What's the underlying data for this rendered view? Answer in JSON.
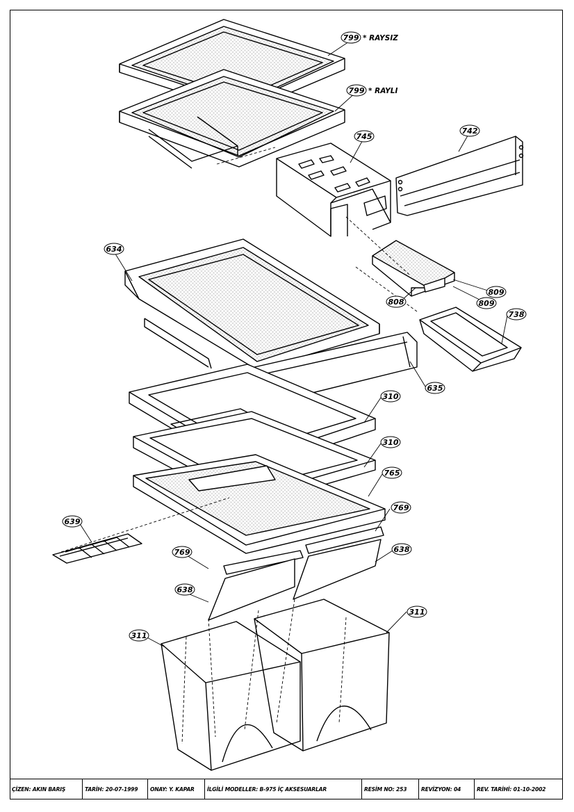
{
  "drawing": {
    "callouts": [
      {
        "id": "c799a",
        "num": "799",
        "note": "* RAYSIZ"
      },
      {
        "id": "c799b",
        "num": "799",
        "note": "* RAYLI"
      },
      {
        "id": "c745",
        "num": "745"
      },
      {
        "id": "c742",
        "num": "742"
      },
      {
        "id": "c634",
        "num": "634"
      },
      {
        "id": "c809a",
        "num": "809"
      },
      {
        "id": "c809b",
        "num": "809"
      },
      {
        "id": "c808",
        "num": "808"
      },
      {
        "id": "c738",
        "num": "738"
      },
      {
        "id": "c635",
        "num": "635"
      },
      {
        "id": "c310a",
        "num": "310"
      },
      {
        "id": "c310b",
        "num": "310"
      },
      {
        "id": "c765",
        "num": "765"
      },
      {
        "id": "c769a",
        "num": "769"
      },
      {
        "id": "c639",
        "num": "639"
      },
      {
        "id": "c769b",
        "num": "769"
      },
      {
        "id": "c638a",
        "num": "638"
      },
      {
        "id": "c638b",
        "num": "638"
      },
      {
        "id": "c311a",
        "num": "311"
      },
      {
        "id": "c311b",
        "num": "311"
      }
    ]
  },
  "title_block": [
    {
      "text": "ÇİZEN: AKIN  BARIŞ"
    },
    {
      "text": "TARİH: 20-07-1999"
    },
    {
      "text": "ONAY: Y. KAPAR"
    },
    {
      "text": "İLGİLİ MODELLER: B-975 İÇ AKSESUARLAR"
    },
    {
      "text": "RESİM NO: 253"
    },
    {
      "text": "REVİZYON: 04"
    },
    {
      "text": "REV. TARİHİ:  01-10-2002"
    }
  ]
}
